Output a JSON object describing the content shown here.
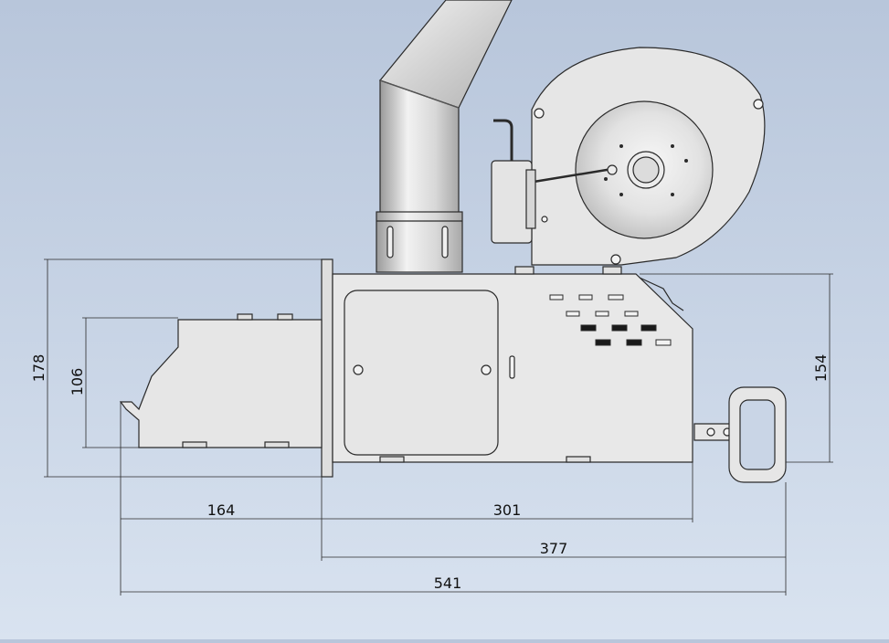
{
  "drawing": {
    "dimensions": {
      "overall_height": "178",
      "tube_height": "106",
      "body_height": "154",
      "tube_length": "164",
      "body_length": "301",
      "body_with_handle": "377",
      "total_length": "541"
    }
  },
  "colors": {
    "background_top": "#b8c6db",
    "background_bottom": "#d9e3f0",
    "part_fill": "#e8e8e8",
    "outline": "#2a2a2a",
    "slot_dark": "#1a1a1a"
  }
}
